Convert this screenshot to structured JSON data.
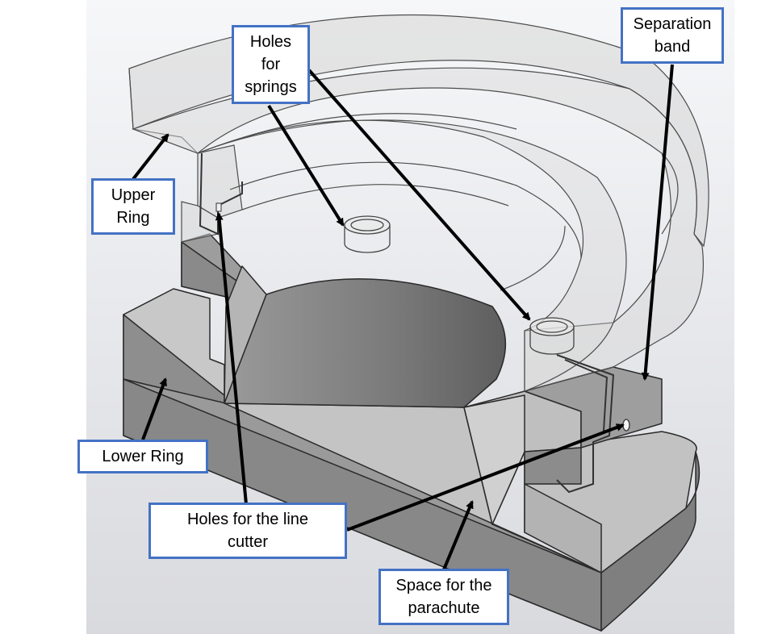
{
  "labels": {
    "holes_for_springs": "Holes\nfor\nsprings",
    "separation_band": "Separation\nband",
    "upper_ring": "Upper\nRing",
    "lower_ring": "Lower Ring",
    "holes_line_cutter": "Holes for the line\ncutter",
    "space_parachute": "Space for the\nparachute"
  },
  "colors": {
    "callout_border": "#4472c4",
    "arrow": "#000000",
    "background_gradient_top": "#f4f5f7",
    "background_gradient_bottom": "#dcdde0",
    "solid_top_face": "#c9c9c9",
    "solid_side_face": "#8a8a8a",
    "transparent_part": "#d7d7d7"
  }
}
